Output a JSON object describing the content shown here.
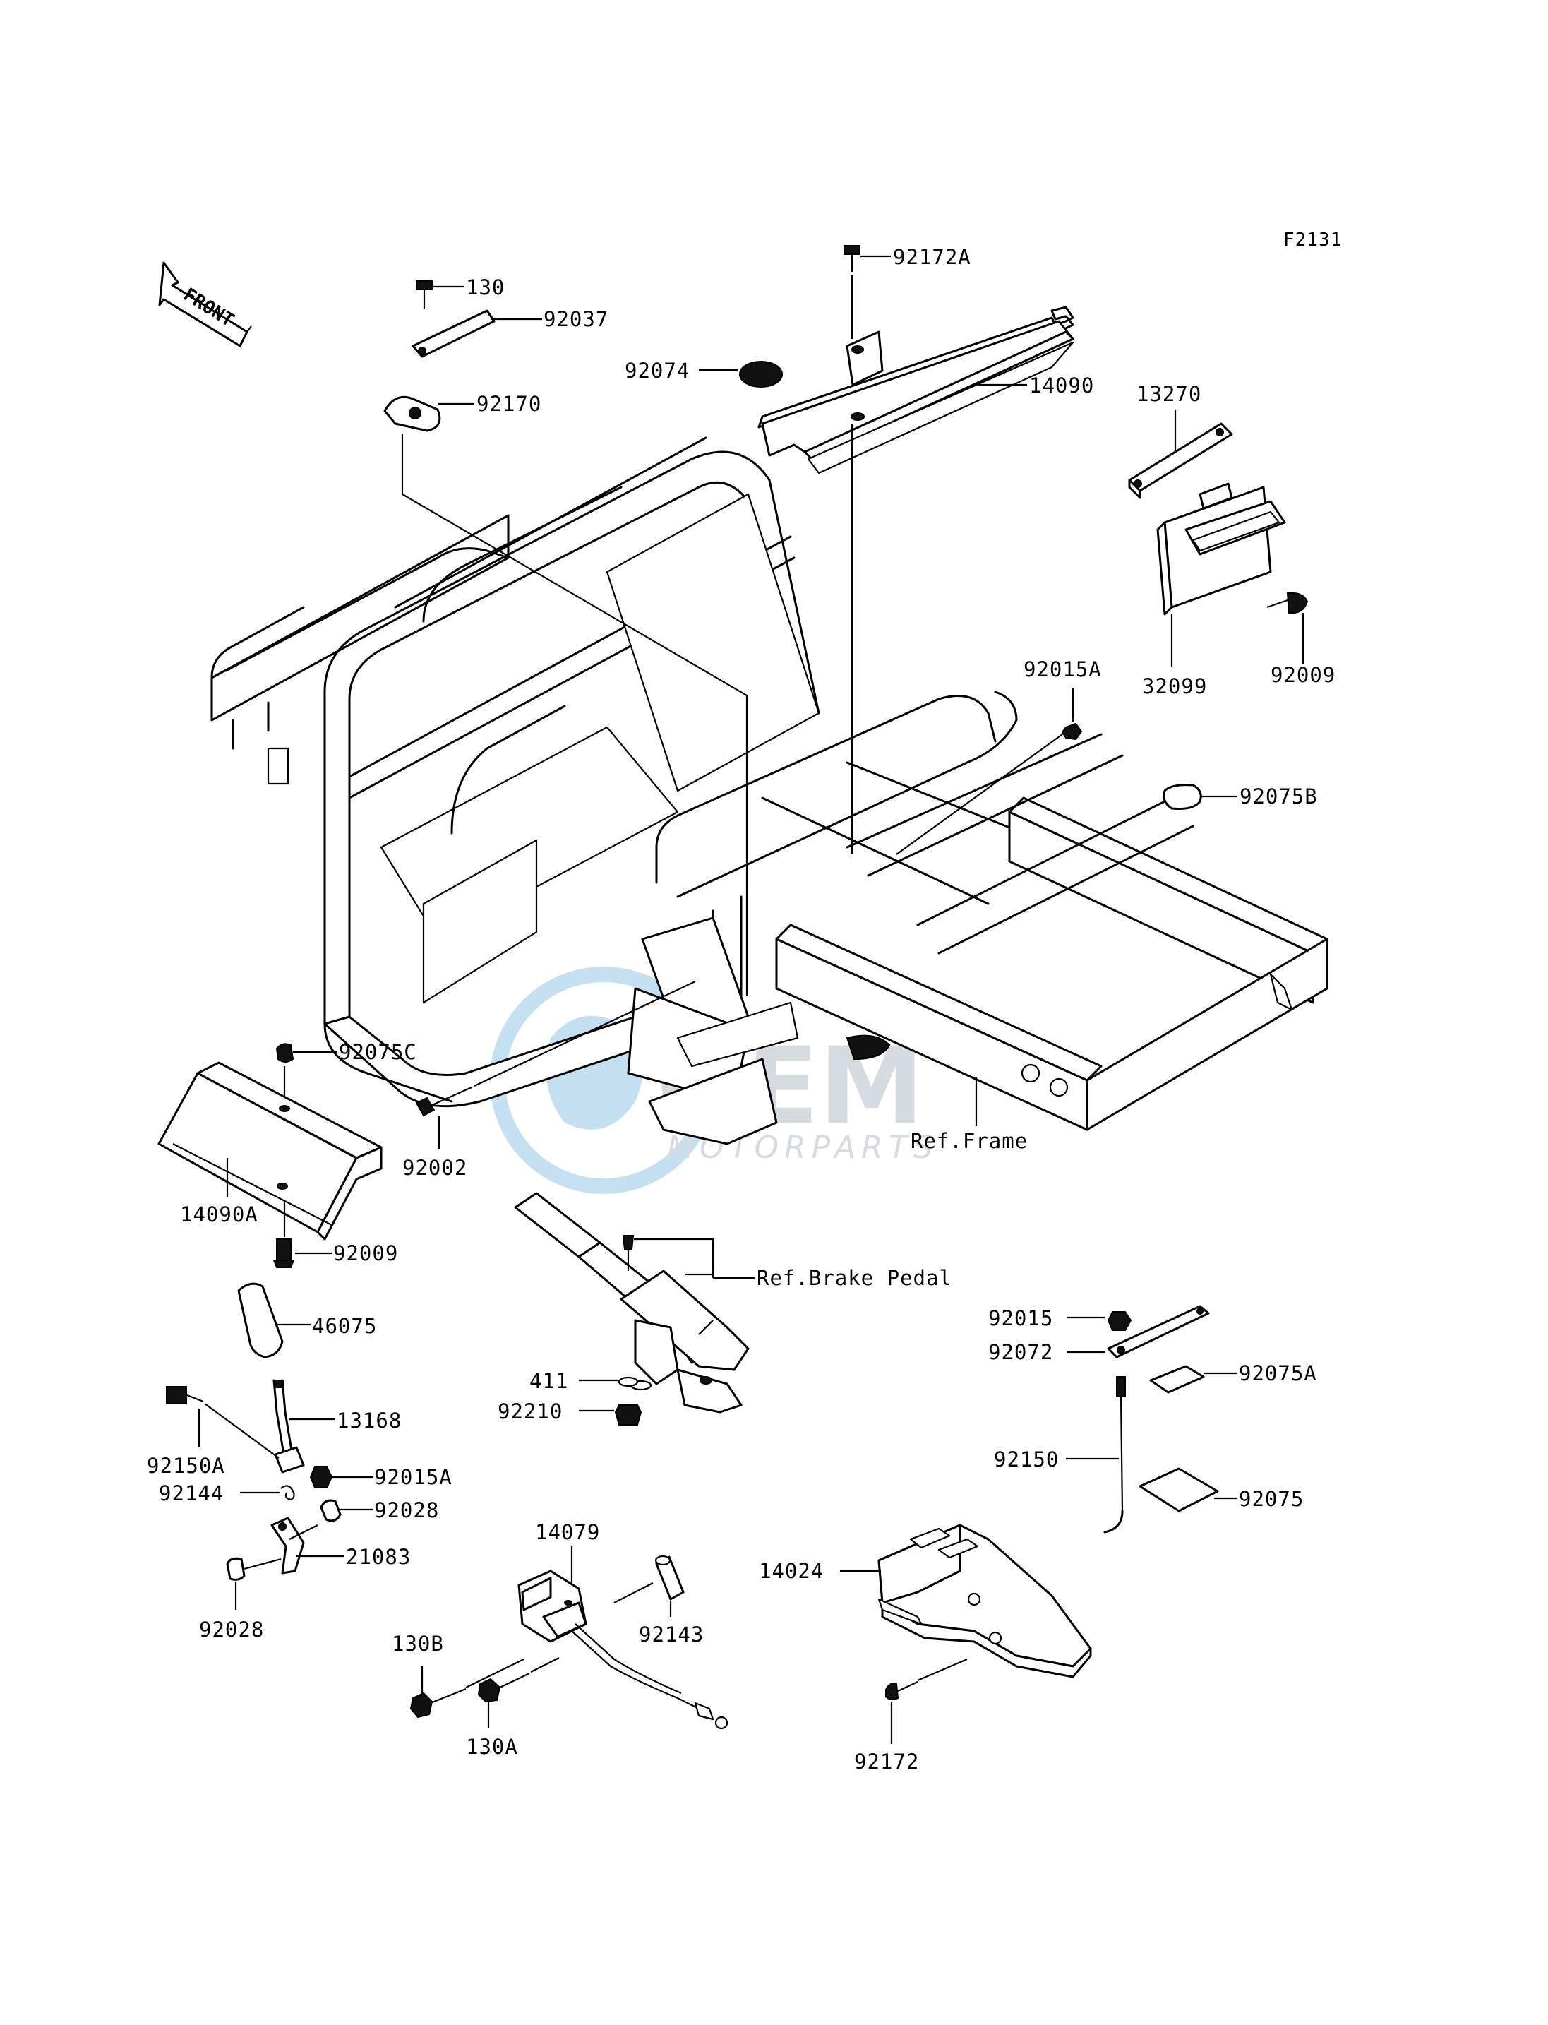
{
  "diagram_code": "F2131",
  "direction_arrow": "FRONT",
  "watermark": {
    "brand": "OEM",
    "sub": "MOTORPARTS"
  },
  "labels": {
    "130": "130",
    "92037": "92037",
    "92170": "92170",
    "92172A": "92172A",
    "92074": "92074",
    "14090": "14090",
    "13270": "13270",
    "32099": "32099",
    "92009_top": "92009",
    "92015A_top": "92015A",
    "92075B": "92075B",
    "92075C": "92075C",
    "14090A": "14090A",
    "92002": "92002",
    "92009_left": "92009",
    "ref_frame": "Ref.Frame",
    "ref_brake_pedal": "Ref.Brake Pedal",
    "46075": "46075",
    "13168": "13168",
    "92150A": "92150A",
    "92015A_lower": "92015A",
    "92144": "92144",
    "92028_right": "92028",
    "21083": "21083",
    "92028_left": "92028",
    "411": "411",
    "92210": "92210",
    "14079": "14079",
    "92143": "92143",
    "130B": "130B",
    "130A": "130A",
    "92015": "92015",
    "92072": "92072",
    "92075A": "92075A",
    "92150": "92150",
    "92075": "92075",
    "14024": "14024",
    "92172": "92172"
  }
}
